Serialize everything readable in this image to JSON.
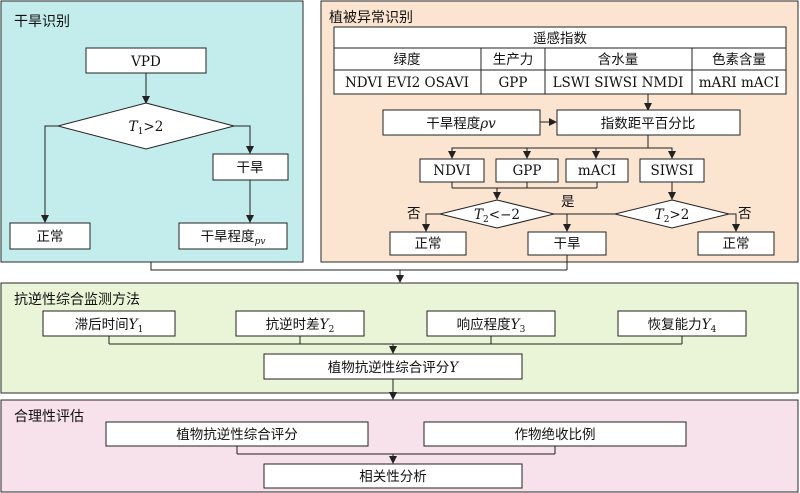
{
  "colors": {
    "drought_panel": "#c3ecec",
    "anomaly_panel": "#fbe4d0",
    "resistance_panel": "#e9f5d6",
    "evaluation_panel": "#f7e1ea"
  },
  "drought": {
    "title": "干旱识别",
    "vpd": "VPD",
    "condition_var": "T",
    "condition_sub": "1",
    "condition_op": ">2",
    "normal": "正常",
    "drought": "干旱",
    "degree_label": "干旱程度",
    "degree_sub": "pv"
  },
  "anomaly": {
    "title": "植被异常识别",
    "table": {
      "header": "遥感指数",
      "categories": [
        "绿度",
        "生产力",
        "含水量",
        "色素含量"
      ],
      "indices": [
        "NDVI EVI2 OSAVI",
        "GPP",
        "LSWI SIWSI NMDI",
        "mARI mACI"
      ]
    },
    "degree_label": "干旱程度",
    "degree_var": "ρv",
    "anomaly_index": "指数距平百分比",
    "selected": [
      "NDVI",
      "GPP",
      "mACI",
      "SIWSI"
    ],
    "cond1_var": "T",
    "cond1_sub": "2",
    "cond1_op": "<−2",
    "cond2_var": "T",
    "cond2_sub": "2",
    "cond2_op": ">2",
    "no_left": "否",
    "yes": "是",
    "no_right": "否",
    "normal_left": "正常",
    "drought": "干旱",
    "normal_right": "正常"
  },
  "resistance": {
    "title": "抗逆性综合监测方法",
    "items": [
      {
        "label": "滞后时间",
        "var": "Y",
        "sub": "1"
      },
      {
        "label": "抗逆时差",
        "var": "Y",
        "sub": "2"
      },
      {
        "label": "响应程度",
        "var": "Y",
        "sub": "3"
      },
      {
        "label": "恢复能力",
        "var": "Y",
        "sub": "4"
      }
    ],
    "score_label": "植物抗逆性综合评分",
    "score_var": "Y"
  },
  "evaluation": {
    "title": "合理性评估",
    "score": "植物抗逆性综合评分",
    "yield_loss": "作物绝收比例",
    "correlation": "相关性分析"
  }
}
